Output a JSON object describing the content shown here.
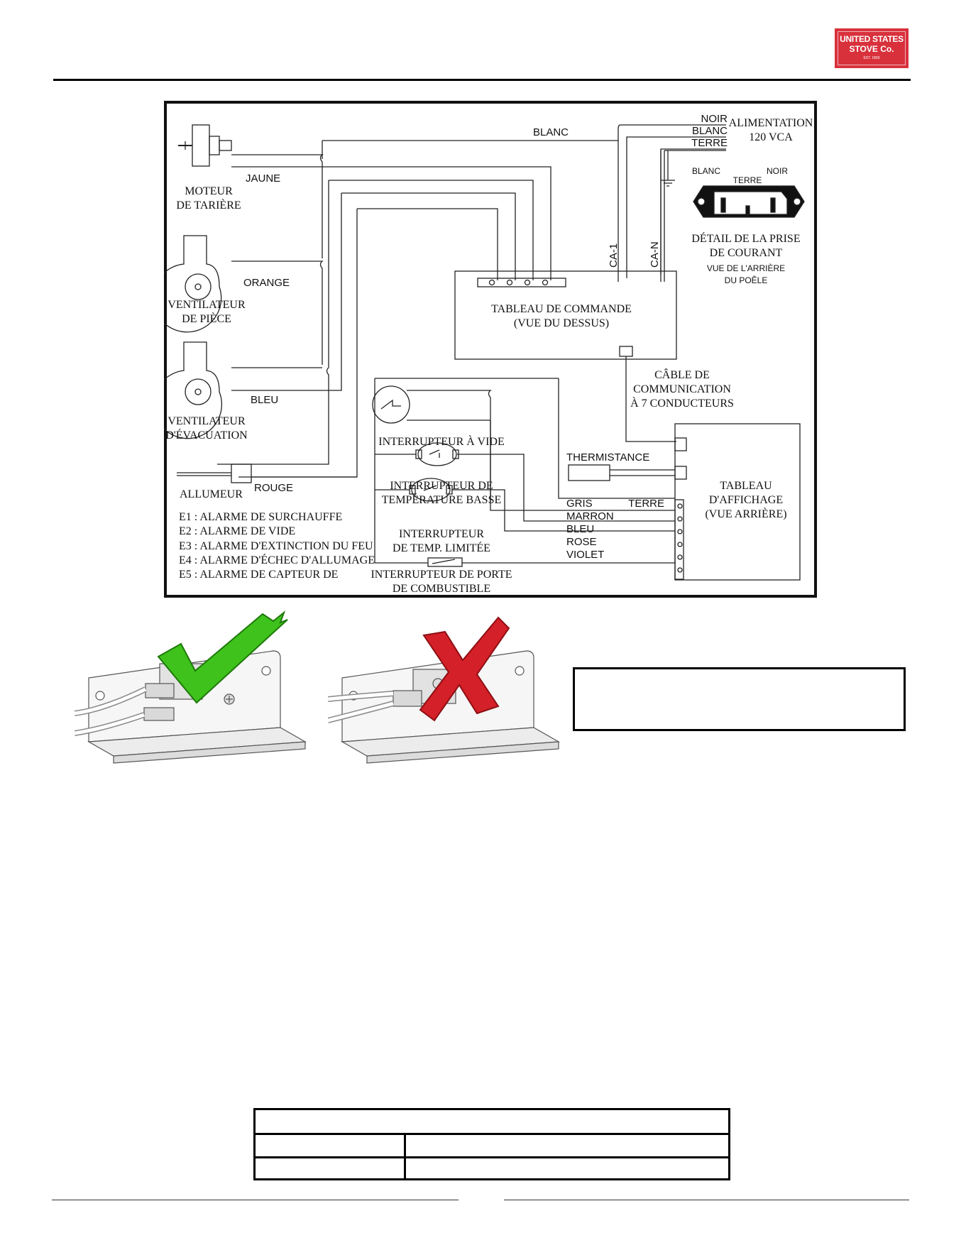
{
  "brand": {
    "line1": "UNITED STATES",
    "line2": "STOVE Co.",
    "line3": "EST. 1869",
    "color": "#d8313c"
  },
  "diagram": {
    "power": {
      "title_line1": "ALIMENTATION",
      "title_line2": "120 VCA",
      "noir": "NOIR",
      "blanc": "BLANC",
      "terre": "TERRE"
    },
    "wires": {
      "blanc_top": "BLANC",
      "jaune": "JAUNE",
      "orange": "ORANGE",
      "bleu": "BLEU",
      "rouge": "ROUGE",
      "ca1": "CA-1",
      "can": "CA-N"
    },
    "components": {
      "auger_line1": "MOTEUR",
      "auger_line2": "DE TARIÈRE",
      "room_fan_line1": "VENTILATEUR",
      "room_fan_line2": "DE PIÈCE",
      "exhaust_fan_line1": "VENTILATEUR",
      "exhaust_fan_line2": "D'ÉVACUATION",
      "igniter": "ALLUMEUR",
      "control_board_line1": "TABLEAU DE COMMANDE",
      "control_board_line2": "(VUE DU DESSUS)",
      "comm_cable_line1": "CÂBLE DE",
      "comm_cable_line2": "COMMUNICATION",
      "comm_cable_line3": "À 7 CONDUCTEURS",
      "vacuum_switch": "INTERRUPTEUR À VIDE",
      "low_temp_line1": "INTERRUPTEUR DE",
      "low_temp_line2": "TEMPÉRATURE BASSE",
      "limit_line1": "INTERRUPTEUR",
      "limit_line2": "DE TEMP. LIMITÉE",
      "door_line1": "INTERRUPTEUR DE PORTE",
      "door_line2": "DE COMBUSTIBLE",
      "thermistor": "THERMISTANCE",
      "display_line1": "TABLEAU",
      "display_line2": "D'AFFICHAGE",
      "display_line3": "(VUE ARRIÈRE)"
    },
    "display_wires": {
      "gris": "GRIS",
      "terre": "TERRE",
      "marron": "MARRON",
      "bleu": "BLEU",
      "rose": "ROSE",
      "violet": "VIOLET"
    },
    "outlet": {
      "blanc": "BLANC",
      "noir": "NOIR",
      "terre": "TERRE",
      "title_line1": "DÉTAIL DE LA PRISE",
      "title_line2": "DE COURANT",
      "sub_line1": "VUE DE L'ARRIÈRE",
      "sub_line2": "DU POÊLE"
    },
    "alarms": [
      "E1 : ALARME DE SURCHAUFFE",
      "E2 : ALARME DE VIDE",
      "E3 : ALARME D'EXTINCTION DU FEU",
      "E4 : ALARME D'ÉCHEC D'ALLUMAGE",
      "E5 : ALARME DE CAPTEUR DE"
    ]
  },
  "colors": {
    "check": "#3fc21c",
    "cross": "#d42028"
  }
}
